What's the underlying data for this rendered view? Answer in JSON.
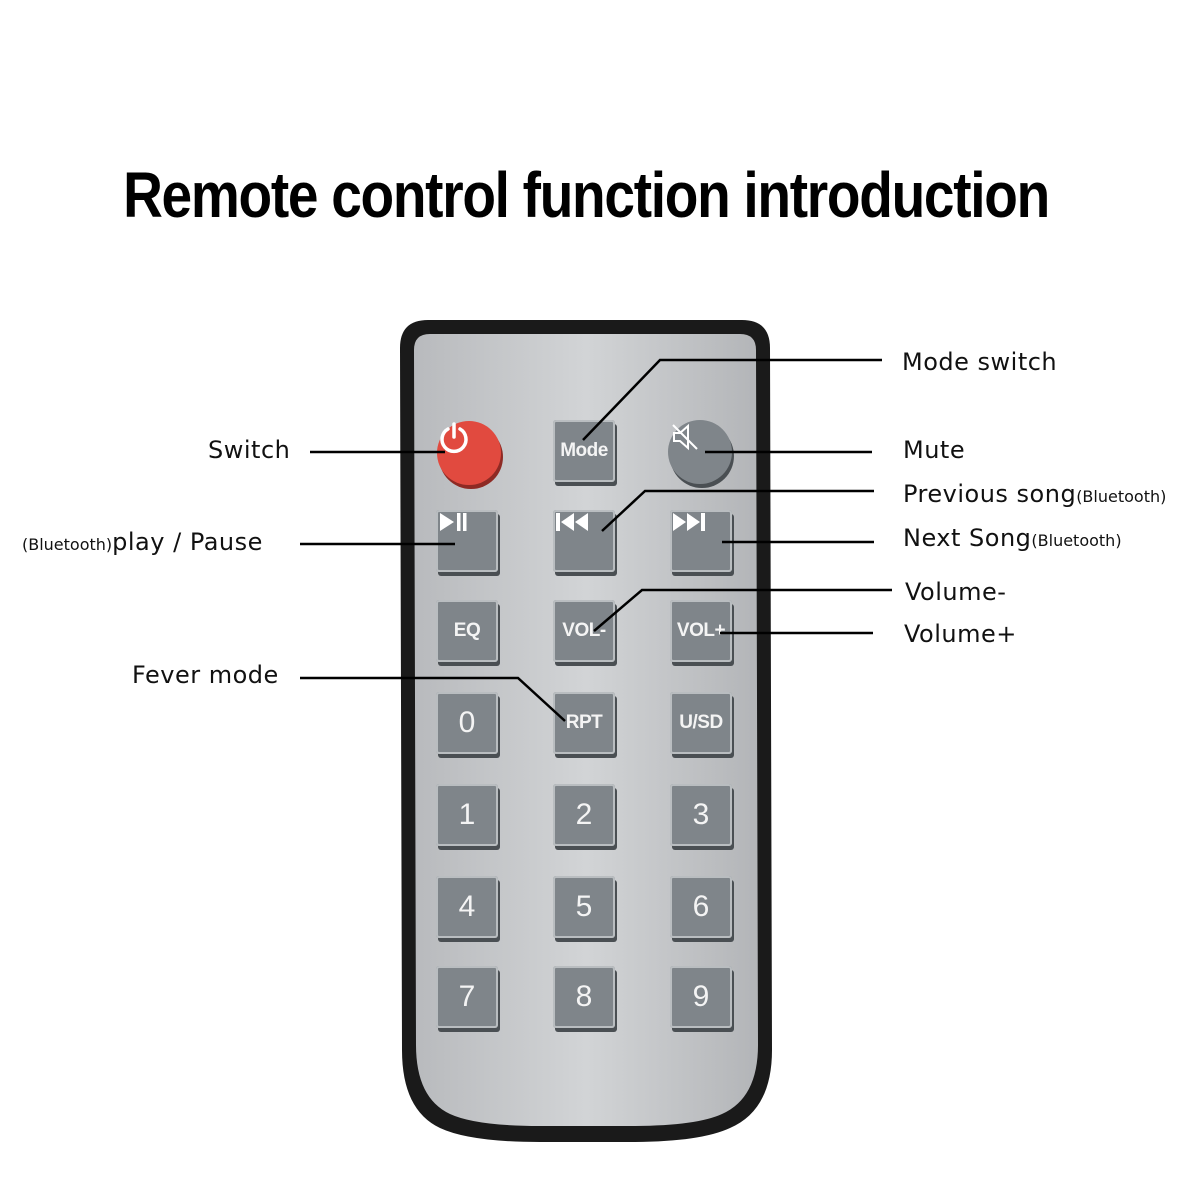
{
  "title": "Remote control function introduction",
  "keys": {
    "mode": "Mode",
    "eq": "EQ",
    "vol_minus": "VOL-",
    "vol_plus": "VOL+",
    "num0": "0",
    "rpt": "RPT",
    "usd": "U/SD",
    "num1": "1",
    "num2": "2",
    "num3": "3",
    "num4": "4",
    "num5": "5",
    "num6": "6",
    "num7": "7",
    "num8": "8",
    "num9": "9"
  },
  "labels": {
    "mode_switch": "Mode switch",
    "switch": "Switch",
    "mute": "Mute",
    "previous_song": "Previous song",
    "previous_song_sub": "(Bluetooth)",
    "play_pause_sub": "(Bluetooth)",
    "play_pause": "play / Pause",
    "next_song": "Next Song",
    "next_song_sub": "(Bluetooth)",
    "volume_minus": "Volume-",
    "volume_plus": "Volume+",
    "fever_mode": "Fever mode"
  },
  "icons": {
    "power": "power-icon",
    "mute": "speaker-mute-icon",
    "play_pause": "play-pause-icon",
    "previous": "skip-previous-icon",
    "next": "skip-next-icon"
  },
  "colors": {
    "power_button": "#e14a3f",
    "key": "#7f858a",
    "remote_face": "#c4c6c8",
    "remote_bezel": "#1a1a1a"
  }
}
